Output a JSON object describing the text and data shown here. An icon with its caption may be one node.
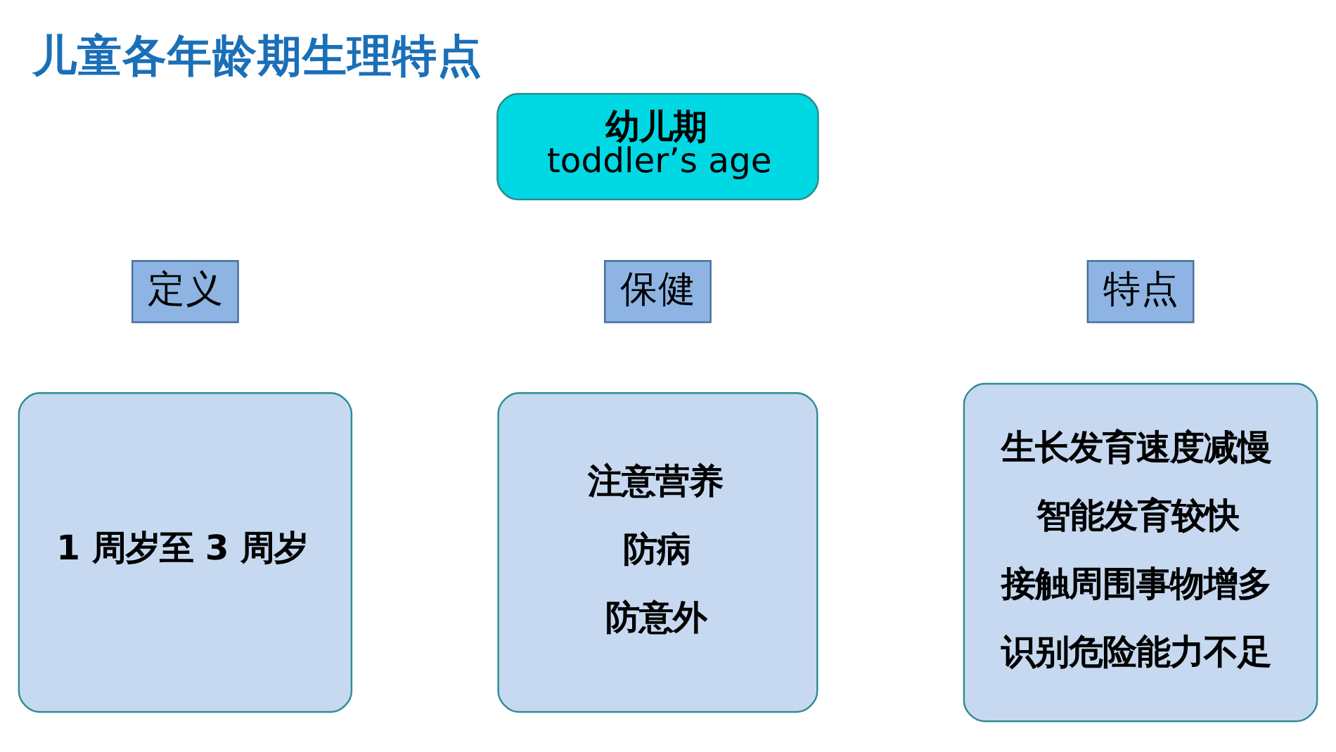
{
  "diagram": {
    "title": "儿童各年龄期生理特点",
    "nodes": [
      {
        "text": [
          "幼儿期",
          "toddler’s age"
        ]
      },
      {
        "text": [
          "定义"
        ]
      },
      {
        "text": [
          "特点"
        ]
      },
      {
        "text": [
          "保健"
        ]
      },
      {
        "text": [
          "1 周岁至 3 周岁"
        ]
      },
      {
        "text": [
          "注意营养",
          "防病",
          "防意外"
        ]
      },
      {
        "text": [
          "生长发育速度减慢",
          "智能发育较快",
          "接触周围事物增多",
          "识别危险能力不足"
        ]
      }
    ],
    "edges": []
  }
}
